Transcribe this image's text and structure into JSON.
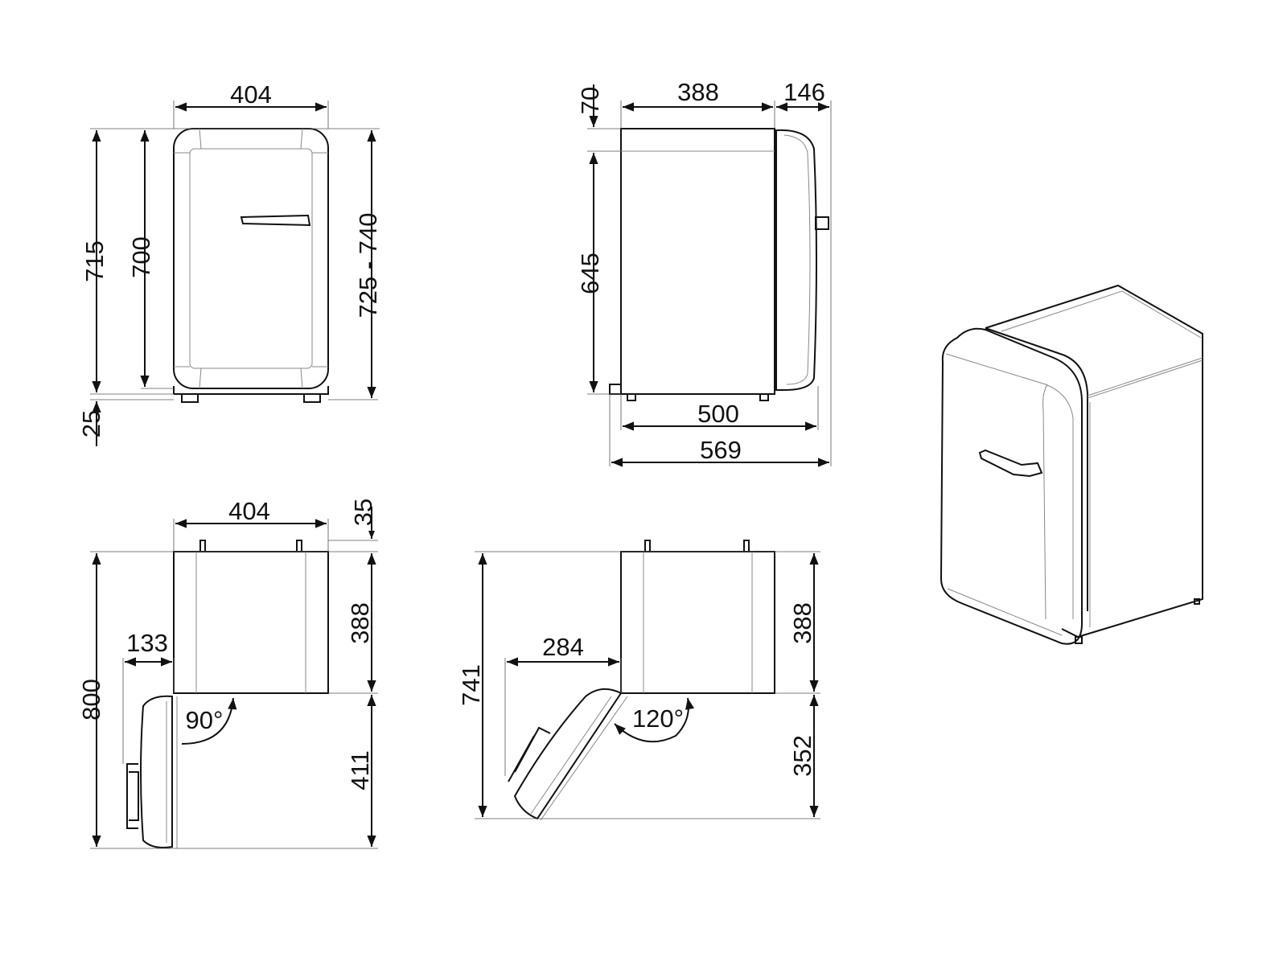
{
  "front_view": {
    "width": "404",
    "height_body": "715",
    "height_door": "700",
    "height_total": "725 - 740",
    "feet": "25"
  },
  "side_view": {
    "top_band": "70",
    "body_depth": "388",
    "door_depth": "146",
    "body_height": "645",
    "depth_closed": "500",
    "depth_total": "569"
  },
  "plan_90": {
    "width": "404",
    "stub": "35",
    "depth": "388",
    "door_swing": "411",
    "total": "800",
    "offset": "133",
    "angle": "90°"
  },
  "plan_120": {
    "depth": "388",
    "door_swing": "352",
    "total": "741",
    "offset": "284",
    "angle": "120°"
  },
  "colors": {
    "line": "#111111",
    "detail": "#888888"
  }
}
